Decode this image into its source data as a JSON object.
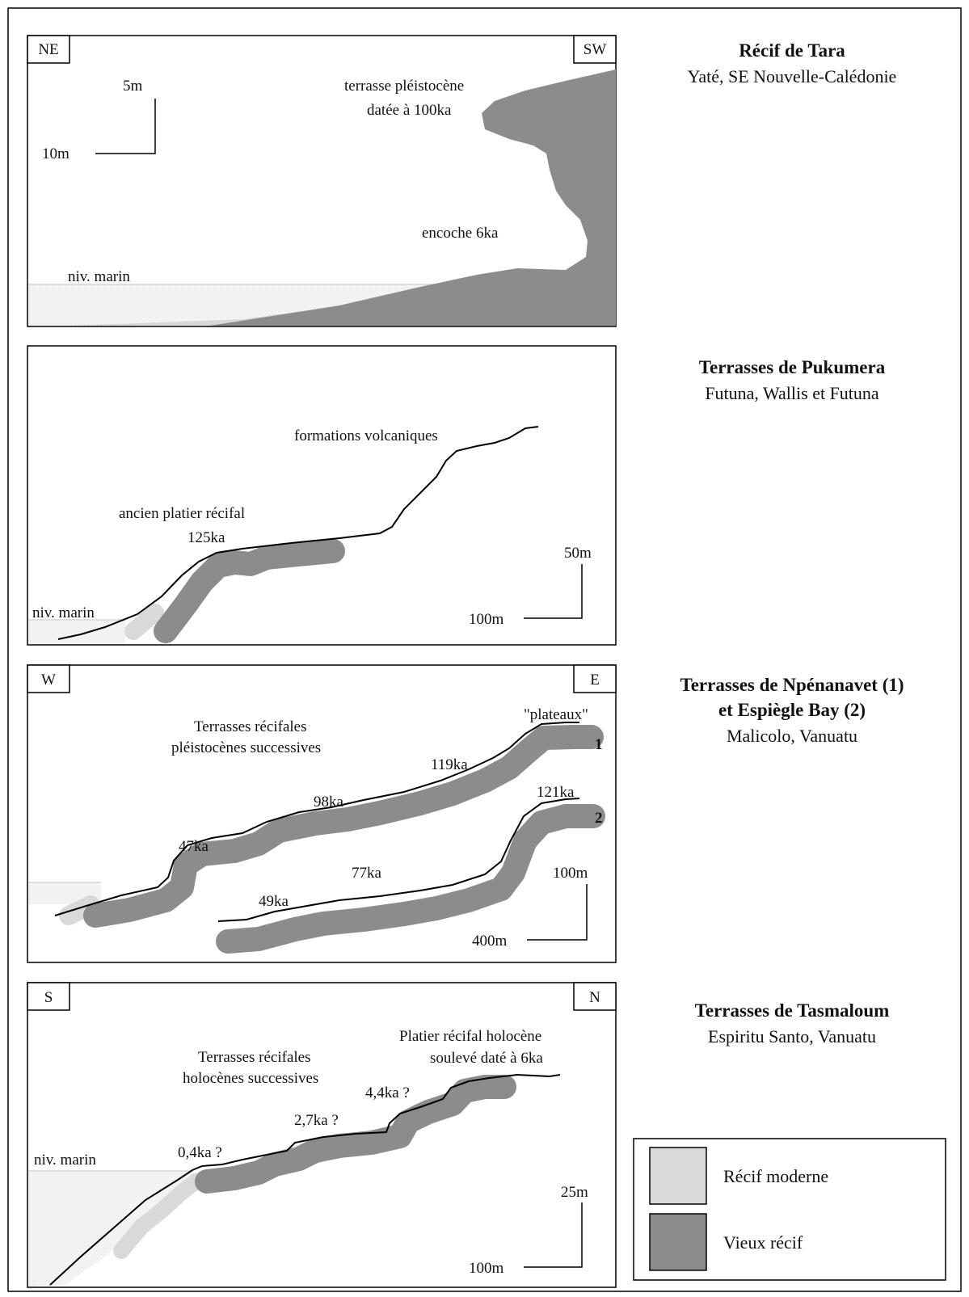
{
  "colors": {
    "old_reef": "#8c8c8c",
    "modern_reef": "#d9d9d9",
    "sea": "#efefef",
    "line": "#000000"
  },
  "panel1": {
    "corner_left": "NE",
    "corner_right": "SW",
    "scale_v": "5m",
    "scale_h": "10m",
    "terrace_label_1": "terrasse pléistocène",
    "terrace_label_2": "datée à 100ka",
    "notch_label": "encoche 6ka",
    "sea_label": "niv. marin",
    "title": "Récif de Tara",
    "subtitle": "Yaté, SE Nouvelle-Calédonie"
  },
  "panel2": {
    "volcanic_label": "formations volcaniques",
    "platform_label_1": "ancien platier récifal",
    "platform_label_2": "125ka",
    "scale_v": "50m",
    "scale_h": "100m",
    "sea_label": "niv. marin",
    "title": "Terrasses de Pukumera",
    "subtitle": "Futuna, Wallis et Futuna"
  },
  "panel3": {
    "corner_left": "W",
    "corner_right": "E",
    "terraces_label_1": "Terrasses récifales",
    "terraces_label_2": "pléistocènes successives",
    "plateaux_label": "\"plateaux\"",
    "marker_1": "1",
    "marker_2": "2",
    "age_119": "119ka",
    "age_98": "98ka",
    "age_47": "47ka",
    "age_121": "121ka",
    "age_77": "77ka",
    "age_49": "49ka",
    "scale_v": "100m",
    "scale_h": "400m",
    "title_1": "Terrasses de Npénanavet (1)",
    "title_2": "et Espiègle Bay (2)",
    "subtitle": "Malicolo, Vanuatu"
  },
  "panel4": {
    "corner_left": "S",
    "corner_right": "N",
    "terraces_label_1": "Terrasses récifales",
    "terraces_label_2": "holocènes successives",
    "platform_label_1": "Platier récifal holocène",
    "platform_label_2": "soulevé daté à 6ka",
    "age_44": "4,4ka ?",
    "age_27": "2,7ka ?",
    "age_04": "0,4ka ?",
    "sea_label": "niv. marin",
    "scale_v": "25m",
    "scale_h": "100m",
    "title": "Terrasses de Tasmaloum",
    "subtitle": "Espiritu Santo, Vanuatu"
  },
  "legend": {
    "modern": "Récif moderne",
    "old": "Vieux récif"
  }
}
